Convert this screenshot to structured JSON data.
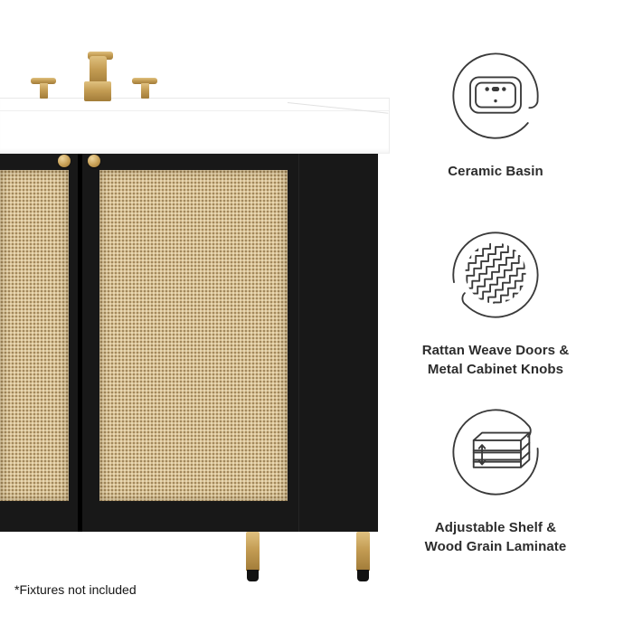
{
  "product_photo": {
    "alt": "Black bathroom vanity with rattan weave doors, gold metal knobs and legs, white ceramic basin and gold faucet fixtures",
    "colors": {
      "cabinet_black": "#181818",
      "rattan_tan": "#d9c296",
      "metal_gold": "#c49d54",
      "basin_white": "#ffffff"
    }
  },
  "features": [
    {
      "icon": "ceramic-basin-icon",
      "label": "Ceramic Basin"
    },
    {
      "icon": "rattan-weave-icon",
      "label": "Rattan Weave Doors &\nMetal Cabinet Knobs"
    },
    {
      "icon": "adjustable-shelf-icon",
      "label": "Adjustable Shelf &\nWood Grain Laminate"
    }
  ],
  "footnote": "*Fixtures not included"
}
